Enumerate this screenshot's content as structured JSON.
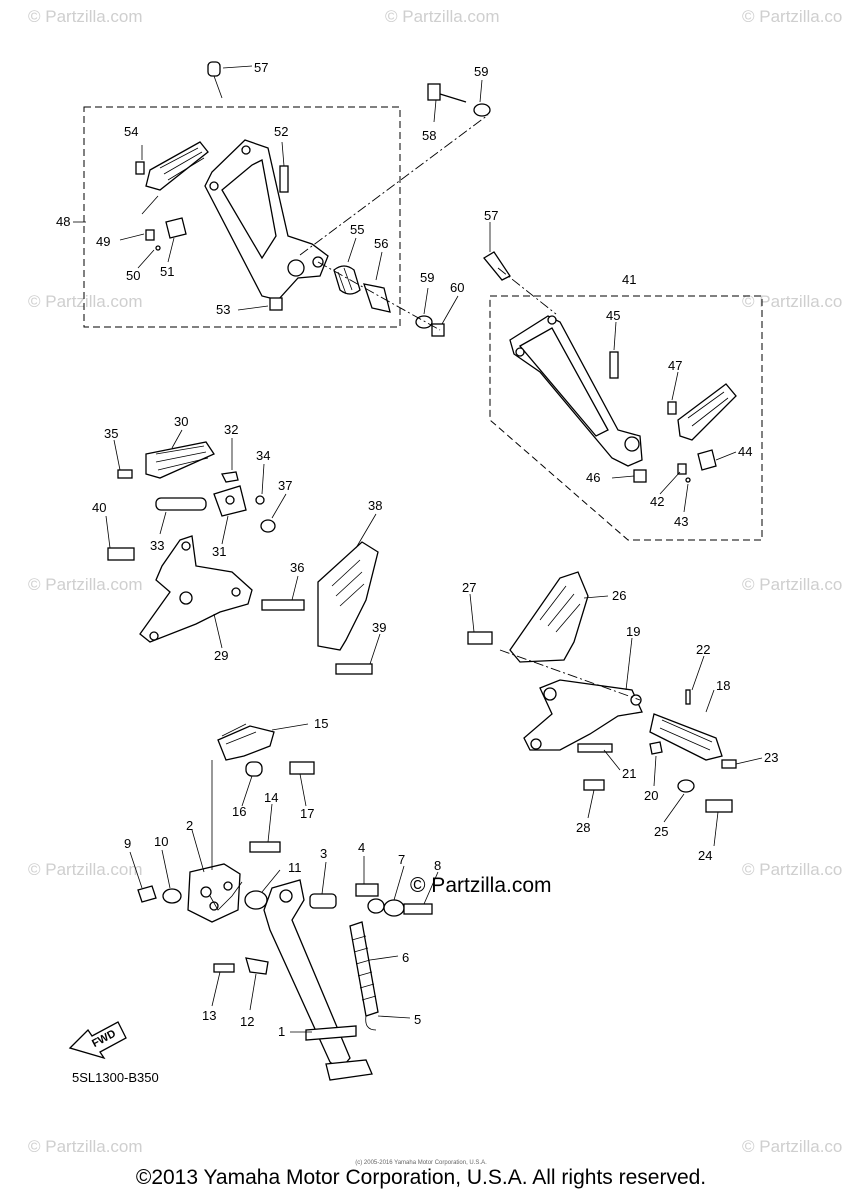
{
  "watermark": "© Partzilla.com",
  "brand_logo": "© Partzilla.com",
  "diagram_code": "5SL1300-B350",
  "fwd_label": "FWD",
  "copyright": "©2013 Yamaha Motor Corporation, U.S.A. All rights reserved.",
  "tiny_copyright": "(c) 2005-2016 Yamaha Motor Corporation, U.S.A.",
  "callouts": {
    "n1": "1",
    "n2": "2",
    "n3": "3",
    "n4": "4",
    "n5": "5",
    "n6": "6",
    "n7": "7",
    "n8": "8",
    "n9": "9",
    "n10": "10",
    "n11": "11",
    "n12": "12",
    "n13": "13",
    "n14": "14",
    "n15": "15",
    "n16": "16",
    "n17": "17",
    "n18": "18",
    "n19": "19",
    "n20": "20",
    "n21": "21",
    "n22": "22",
    "n23": "23",
    "n24": "24",
    "n25": "25",
    "n26": "26",
    "n27": "27",
    "n28": "28",
    "n29": "29",
    "n30": "30",
    "n31": "31",
    "n32": "32",
    "n33": "33",
    "n34": "34",
    "n35": "35",
    "n36": "36",
    "n37": "37",
    "n38": "38",
    "n39": "39",
    "n40": "40",
    "n41": "41",
    "n42": "42",
    "n43": "43",
    "n44": "44",
    "n45": "45",
    "n46": "46",
    "n47": "47",
    "n48": "48",
    "n49": "49",
    "n50": "50",
    "n51": "51",
    "n52": "52",
    "n53": "53",
    "n54": "54",
    "n55": "55",
    "n56": "56",
    "n57a": "57",
    "n57b": "57",
    "n58": "58",
    "n59a": "59",
    "n59b": "59",
    "n60": "60"
  }
}
